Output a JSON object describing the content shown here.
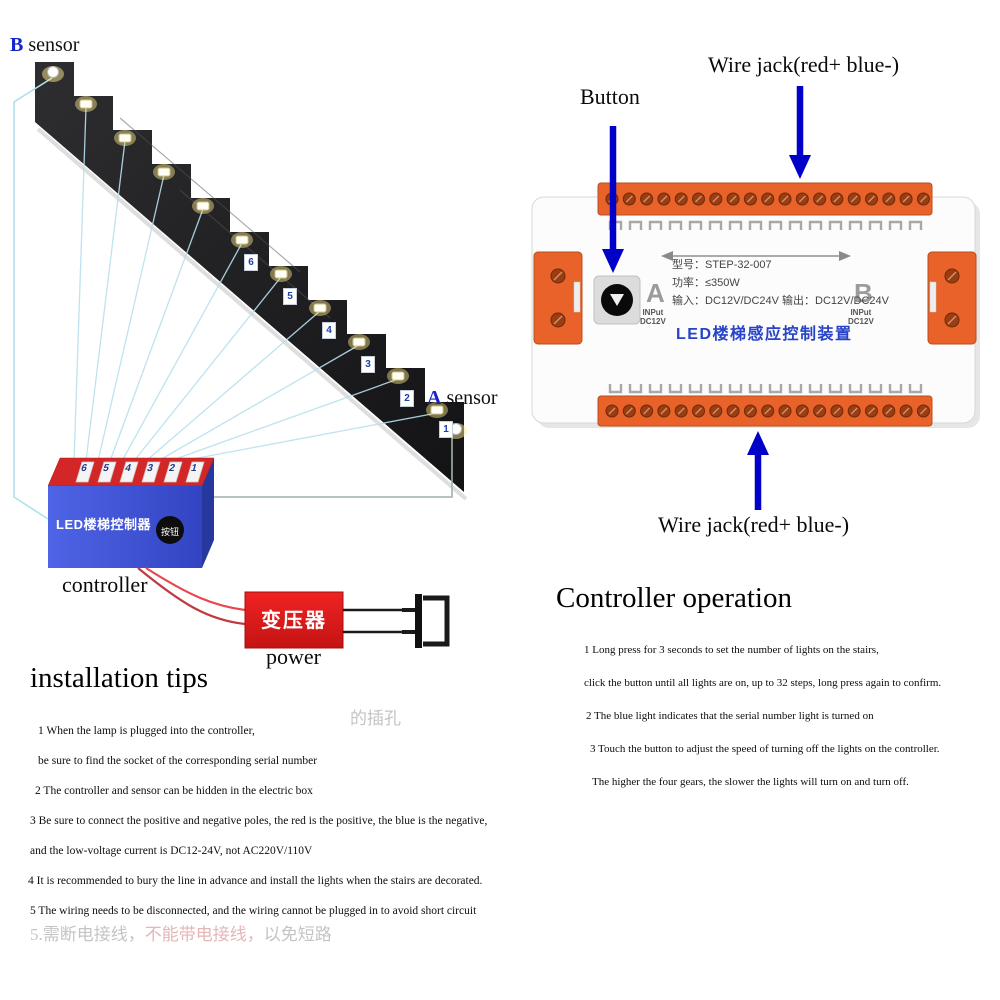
{
  "colors": {
    "arrow_blue": "#0000c8",
    "terminal_orange": "#e8622a",
    "controller_blue": "#3a53d6",
    "power_red": "#e51c1c",
    "device_title_blue": "#2743c8"
  },
  "stairs": {
    "b_sensor": {
      "letter": "B",
      "word": " sensor"
    },
    "a_sensor": {
      "letter": "A",
      "word": " sensor"
    },
    "step_tags": [
      "6",
      "5",
      "4",
      "3",
      "2",
      "1"
    ]
  },
  "controller": {
    "label": "controller",
    "front_text": "LED楼梯控制器",
    "button_text": "按钮",
    "socket_numbers": [
      "6",
      "5",
      "4",
      "3",
      "2",
      "1"
    ]
  },
  "power": {
    "label": "power",
    "box_text": "变压器"
  },
  "device": {
    "button_label": "Button",
    "wire_jack_top": "Wire jack(red+ blue-)",
    "wire_jack_bottom": "Wire jack(red+ blue-)",
    "a": "A",
    "b": "B",
    "input_line1": "INPut",
    "input_line2": "DC12V",
    "model": "型号：STEP-32-007",
    "watts": "功率：≤350W",
    "io": "输入：DC12V/DC24V  输出：DC12V/DC24V",
    "title": "LED楼梯感应控制装置"
  },
  "operation": {
    "heading": "Controller operation",
    "lines": [
      "1 Long press for 3 seconds to set the number of lights on the stairs,",
      "click the button until all lights are on, up to 32 steps, long press again to confirm.",
      "2 The blue light indicates that the serial number light is turned on",
      "3 Touch the button to adjust the speed of turning off the lights on the controller.",
      "The higher the four gears, the slower the lights will turn on and turn off."
    ]
  },
  "tips": {
    "heading": "installation tips",
    "lines": [
      "1 When the lamp is plugged into the controller,",
      "be sure to find the socket of the corresponding serial number",
      "2 The controller and sensor can be hidden in the electric box",
      "3 Be sure to connect the positive and negative poles, the red is the positive, the blue is the negative,",
      "and the low-voltage current is DC12-24V, not AC220V/110V",
      "4 It is recommended to bury the line in advance and install the lights when the stairs are decorated.",
      "5 The wiring needs to be disconnected, and the wiring cannot be plugged in to avoid short circuit"
    ],
    "ghost_top": "的插孔",
    "ghost_bottom": [
      "5.需断电接线，",
      "不能带电接线，",
      "以免短路"
    ]
  }
}
